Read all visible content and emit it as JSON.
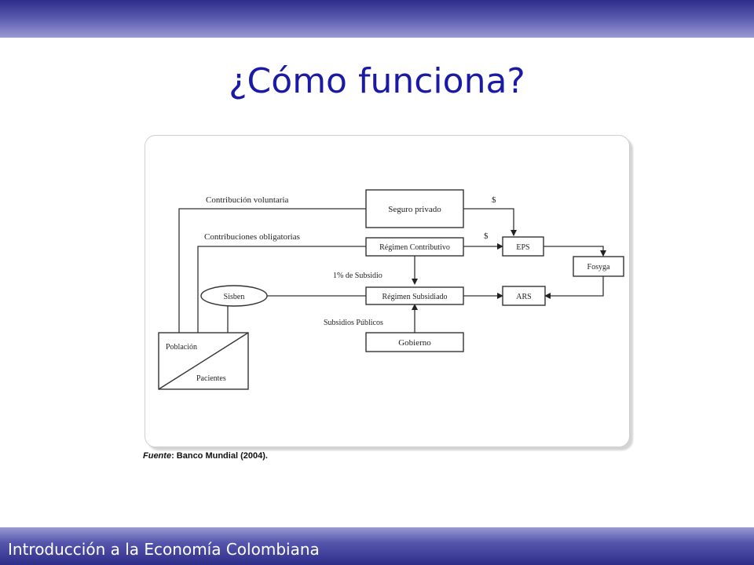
{
  "slide": {
    "title": "¿Cómo funciona?",
    "footer": "Introducción a la Economía Colombiana"
  },
  "diagram": {
    "nodes": {
      "seguro_privado": "Seguro privado",
      "regimen_contributivo": "Régimen Contributivo",
      "regimen_subsidiado": "Régimen Subsidiado",
      "gobierno": "Gobierno",
      "eps": "EPS",
      "ars": "ARS",
      "fosyga": "Fosyga",
      "sisben": "Sisben",
      "poblacion": "Población",
      "pacientes": "Pacientes"
    },
    "edge_labels": {
      "contribucion_voluntaria": "Contribución voluntaria",
      "contribuciones_obligatorias": "Contribuciones obligatorias",
      "subsidio_pct": "1% de Subsidio",
      "subsidios_publicos": "Subsidios Públicos",
      "dollar_seguro": "$",
      "dollar_contributivo": "$"
    }
  },
  "source": {
    "label": "Fuente",
    "text": ": Banco Mundial (2004)."
  },
  "colors": {
    "title": "#1a1aa6",
    "band_dark": "#2e2e8a",
    "band_light": "#9a9ad2",
    "footer_text": "#ffffff"
  }
}
